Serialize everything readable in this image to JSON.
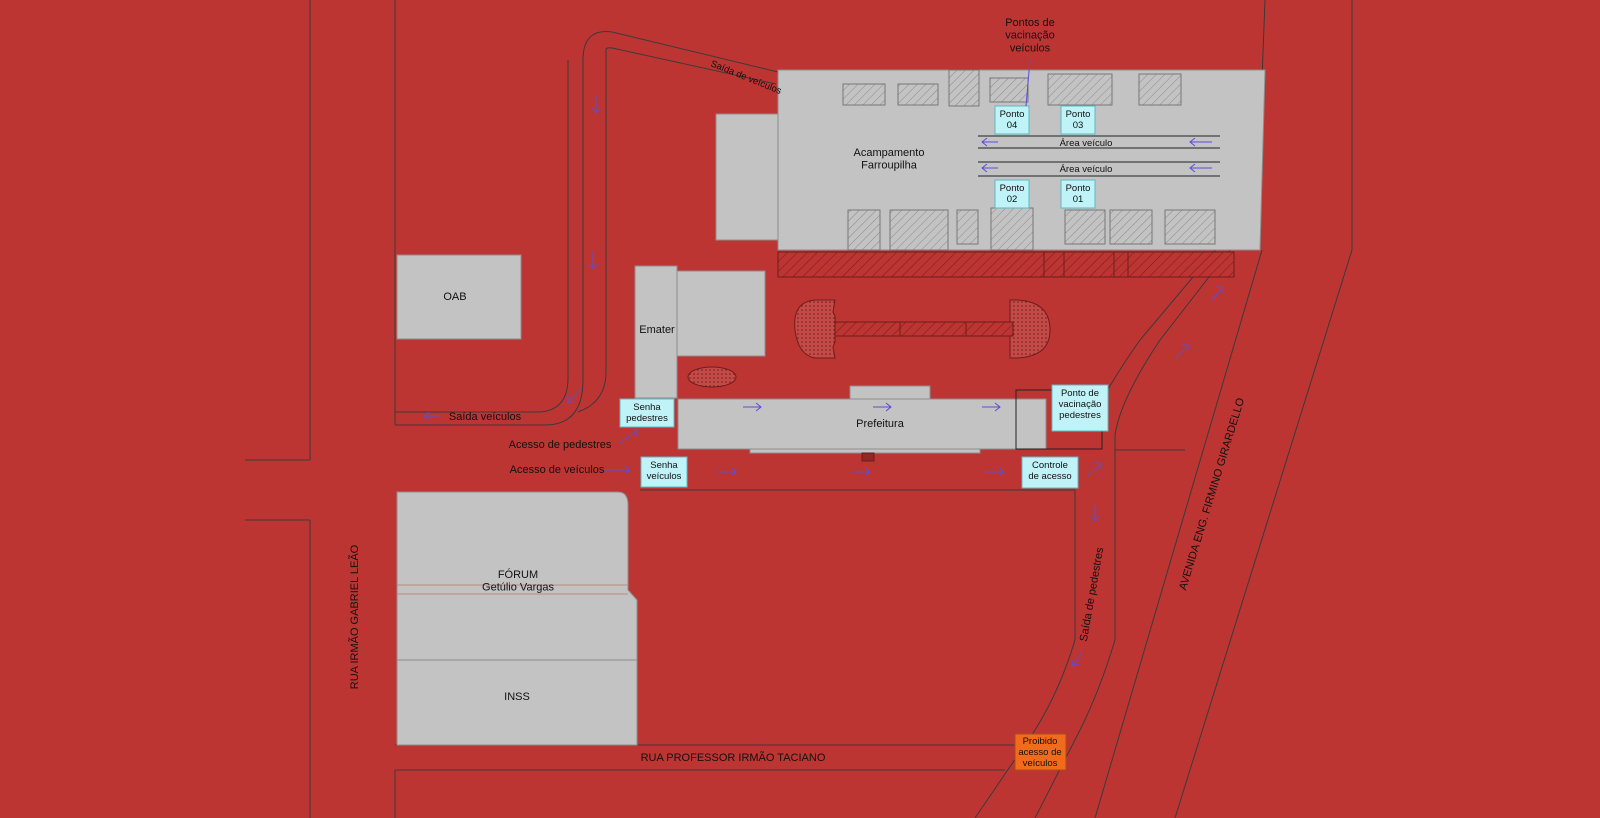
{
  "buildings": {
    "acampamento": "Acampamento\nFarroupilha",
    "oab": "OAB",
    "emater": "Emater",
    "prefeitura": "Prefeitura",
    "forum": "FÓRUM\nGetúlio Vargas",
    "inss": "INSS"
  },
  "labels": {
    "pontos_vacinacao_veiculos": "Pontos de\nvacinação\nveículos",
    "saida_veiculos_top": "Saída de veículos",
    "area_veiculo_1": "Área veículo",
    "area_veiculo_2": "Área veículo",
    "saida_veiculos_left": "Saída veículos",
    "acesso_pedestres": "Acesso de pedestres",
    "acesso_veiculos": "Acesso de veículos",
    "saida_pedestres": "Saída de pedestres"
  },
  "boxes": {
    "ponto04": "Ponto\n04",
    "ponto03": "Ponto\n03",
    "ponto02": "Ponto\n02",
    "ponto01": "Ponto\n01",
    "senha_pedestres": "Senha\npedestres",
    "senha_veiculos": "Senha\nveículos",
    "ponto_vacinacao_pedestres": "Ponto de\nvacinação\npedestres",
    "controle_acesso": "Controle\nde acesso",
    "proibido_acesso": "Proibido\nacesso de\nveículos"
  },
  "streets": {
    "rua_irmao_gabriel_leao": "RUA IRMÃO GABRIEL LEÃO",
    "rua_professor_irmao_taciano": "RUA PROFESSOR IRMÃO TACIANO",
    "avenida_firmino_girardello": "AVENIDA ENG. FIRMINO GIRARDELLO"
  },
  "colors": {
    "background": "#bd3533",
    "building": "#c3c3c3",
    "info_box": "#bff3f7",
    "warning_box": "#f26b1d",
    "flow_arrow": "#5b4dd6"
  }
}
